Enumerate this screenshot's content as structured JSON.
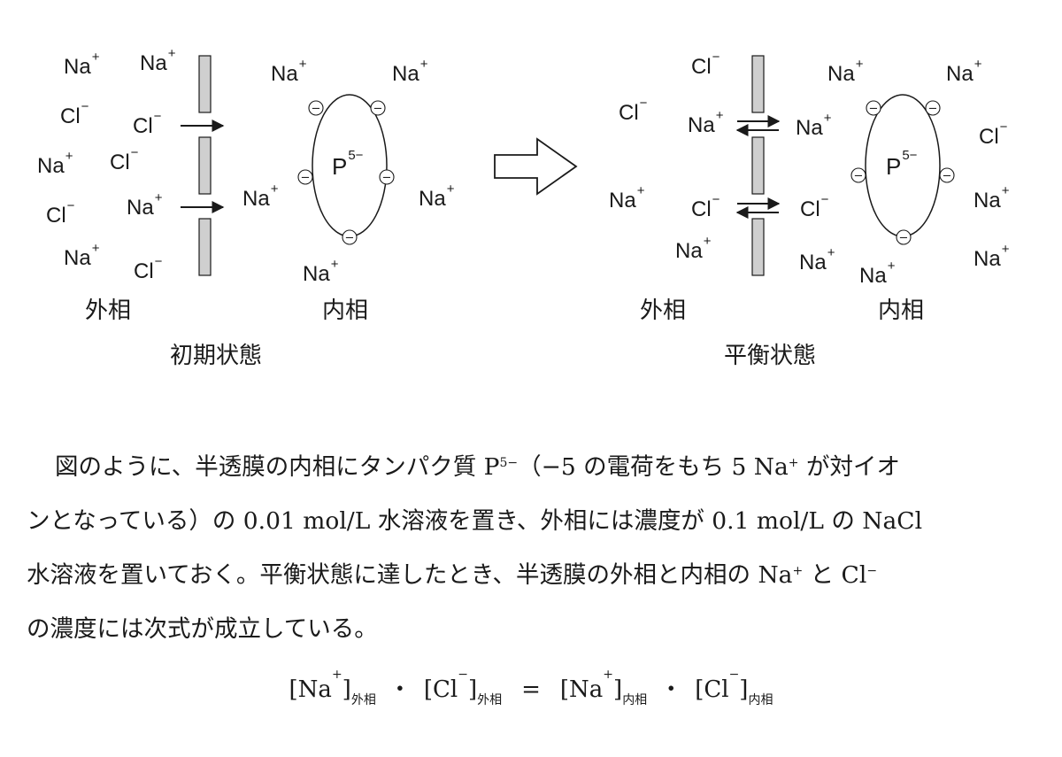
{
  "figure": {
    "initial": {
      "caption": "初期状態",
      "outer_label": "外相",
      "inner_label": "内相",
      "protein": {
        "base": "P",
        "charge": "5−"
      },
      "outer_ions": [
        {
          "s": "Na",
          "c": "+"
        },
        {
          "s": "Na",
          "c": "+"
        },
        {
          "s": "Cl",
          "c": "−"
        },
        {
          "s": "Cl",
          "c": "−"
        },
        {
          "s": "Na",
          "c": "+"
        },
        {
          "s": "Cl",
          "c": "−"
        },
        {
          "s": "Cl",
          "c": "−"
        },
        {
          "s": "Na",
          "c": "+"
        },
        {
          "s": "Na",
          "c": "+"
        },
        {
          "s": "Cl",
          "c": "−"
        }
      ],
      "inner_ions": [
        {
          "s": "Na",
          "c": "+"
        },
        {
          "s": "Na",
          "c": "+"
        },
        {
          "s": "Na",
          "c": "+"
        },
        {
          "s": "Na",
          "c": "+"
        },
        {
          "s": "Na",
          "c": "+"
        }
      ]
    },
    "equilibrium": {
      "caption": "平衡状態",
      "outer_label": "外相",
      "inner_label": "内相",
      "protein": {
        "base": "P",
        "charge": "5−"
      },
      "outer_ions": [
        {
          "s": "Cl",
          "c": "−"
        },
        {
          "s": "Cl",
          "c": "−"
        },
        {
          "s": "Na",
          "c": "+"
        },
        {
          "s": "Na",
          "c": "+"
        },
        {
          "s": "Cl",
          "c": "−"
        },
        {
          "s": "Na",
          "c": "+"
        }
      ],
      "inner_ions": [
        {
          "s": "Na",
          "c": "+"
        },
        {
          "s": "Na",
          "c": "+"
        },
        {
          "s": "Na",
          "c": "+"
        },
        {
          "s": "Cl",
          "c": "−"
        },
        {
          "s": "Cl",
          "c": "−"
        },
        {
          "s": "Na",
          "c": "+"
        },
        {
          "s": "Na",
          "c": "+"
        },
        {
          "s": "Na",
          "c": "+"
        },
        {
          "s": "Na",
          "c": "+"
        }
      ]
    },
    "minus_sign": "−"
  },
  "paragraph": {
    "l1a": "図のように、半透膜の内相にタンパク質 P",
    "l1b": "5−",
    "l1c": "（−5 の電荷をもち 5 Na",
    "l1d": "+",
    "l1e": " が対イオ",
    "l2": "ンとなっている）の 0.01 mol/L 水溶液を置き、外相には濃度が 0.1 mol/L の NaCl",
    "l3a": "水溶液を置いておく。平衡状態に達したとき、半透膜の外相と内相の Na",
    "l3b": "+",
    "l3c": " と Cl",
    "l3d": "−",
    "l4": "の濃度には次式が成立している。"
  },
  "equation": {
    "na": "[Na",
    "plus": "+",
    "close": "]",
    "cl": "[Cl",
    "minus": "−",
    "outer_sub": "外相",
    "inner_sub": "内相",
    "dot": "・",
    "equals": "="
  }
}
